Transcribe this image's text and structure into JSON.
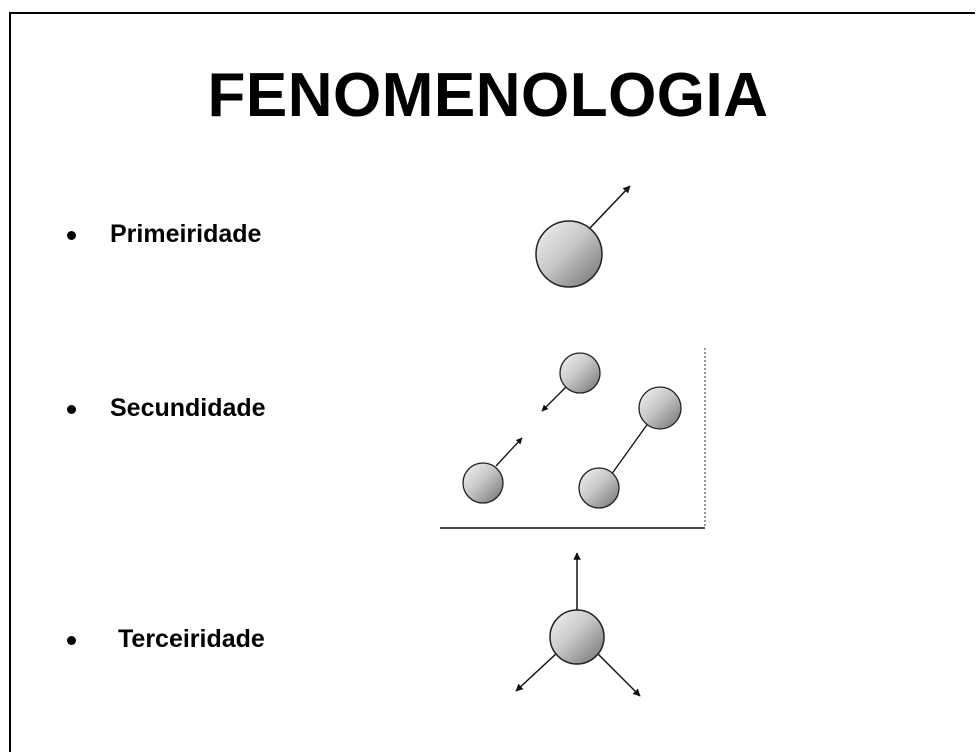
{
  "slide": {
    "title": "FENOMENOLOGIA",
    "bullets": [
      {
        "label": "Primeiridade",
        "icon": "single-sphere-arrow-diagram"
      },
      {
        "label": "Secundidade",
        "icon": "paired-spheres-diagram"
      },
      {
        "label": "Terceiridade",
        "icon": "triadic-sphere-diagram"
      }
    ]
  },
  "colors": {
    "sphere_light": "#f4f4f4",
    "sphere_dark": "#6f6f6f",
    "outline": "#222222",
    "text": "#000000"
  }
}
